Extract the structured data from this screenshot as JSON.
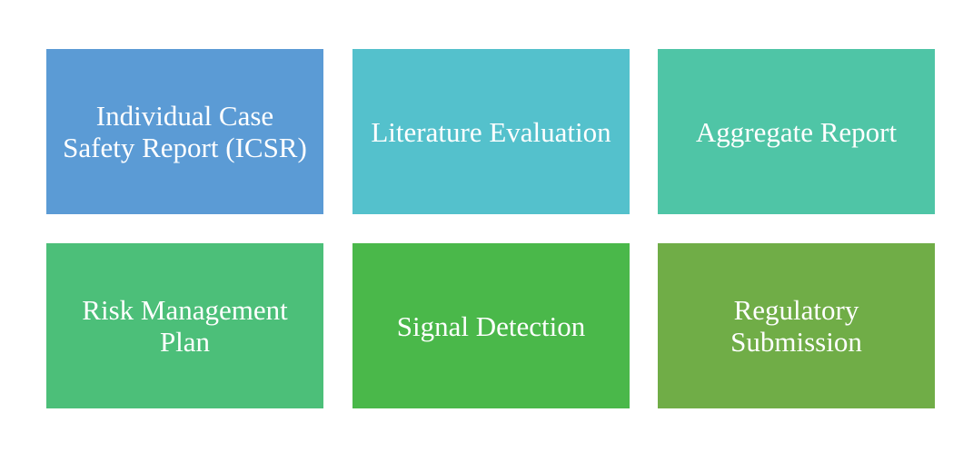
{
  "tiles": [
    {
      "label": "Individual Case\nSafety Report (ICSR)",
      "color": "#5B9BD5"
    },
    {
      "label": "Literature Evaluation",
      "color": "#54C1CC"
    },
    {
      "label": "Aggregate Report",
      "color": "#4FC5A6"
    },
    {
      "label": "Risk Management\nPlan",
      "color": "#4CBF79"
    },
    {
      "label": "Signal Detection",
      "color": "#4AB84A"
    },
    {
      "label": "Regulatory\nSubmission",
      "color": "#70AD47"
    }
  ]
}
